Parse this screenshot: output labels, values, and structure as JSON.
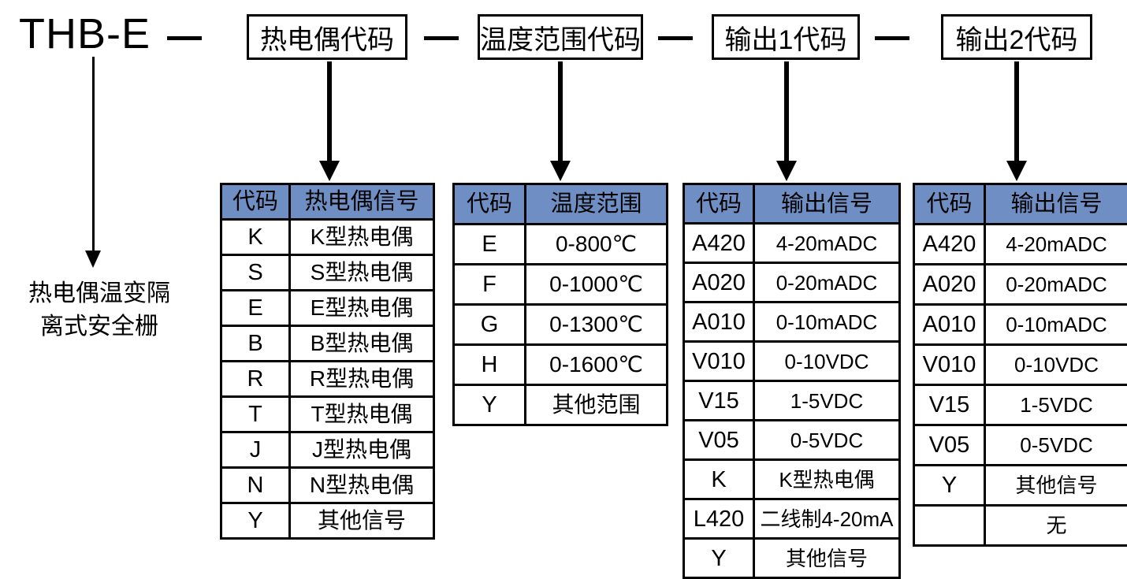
{
  "header": {
    "model_name": "THB-E",
    "separator": "—",
    "boxes": [
      {
        "label": "热电偶代码"
      },
      {
        "label": "温度范围代码"
      },
      {
        "label": "输出1代码"
      },
      {
        "label": "输出2代码"
      }
    ]
  },
  "product_description": {
    "line1": "热电偶温变隔",
    "line2": "离式安全栅"
  },
  "colors": {
    "header_fill": "#6f8fc4",
    "border": "#000000",
    "background": "#ffffff"
  },
  "tables": [
    {
      "name": "thermocouple-code-table",
      "columns": [
        "代码",
        "热电偶信号"
      ],
      "rows": [
        [
          "K",
          "K型热电偶"
        ],
        [
          "S",
          "S型热电偶"
        ],
        [
          "E",
          "E型热电偶"
        ],
        [
          "B",
          "B型热电偶"
        ],
        [
          "R",
          "R型热电偶"
        ],
        [
          "T",
          "T型热电偶"
        ],
        [
          "J",
          "J型热电偶"
        ],
        [
          "N",
          "N型热电偶"
        ],
        [
          "Y",
          "其他信号"
        ]
      ]
    },
    {
      "name": "temperature-range-code-table",
      "columns": [
        "代码",
        "温度范围"
      ],
      "rows": [
        [
          "E",
          "0-800℃"
        ],
        [
          "F",
          "0-1000℃"
        ],
        [
          "G",
          "0-1300℃"
        ],
        [
          "H",
          "0-1600℃"
        ],
        [
          "Y",
          "其他范围"
        ]
      ]
    },
    {
      "name": "output1-code-table",
      "columns": [
        "代码",
        "输出信号"
      ],
      "rows": [
        [
          "A420",
          "4-20mADC"
        ],
        [
          "A020",
          "0-20mADC"
        ],
        [
          "A010",
          "0-10mADC"
        ],
        [
          "V010",
          "0-10VDC"
        ],
        [
          "V15",
          "1-5VDC"
        ],
        [
          "V05",
          "0-5VDC"
        ],
        [
          "K",
          "K型热电偶"
        ],
        [
          "L420",
          "二线制4-20mA"
        ],
        [
          "Y",
          "其他信号"
        ]
      ]
    },
    {
      "name": "output2-code-table",
      "columns": [
        "代码",
        "输出信号"
      ],
      "rows": [
        [
          "A420",
          "4-20mADC"
        ],
        [
          "A020",
          "0-20mADC"
        ],
        [
          "A010",
          "0-10mADC"
        ],
        [
          "V010",
          "0-10VDC"
        ],
        [
          "V15",
          "1-5VDC"
        ],
        [
          "V05",
          "0-5VDC"
        ],
        [
          "Y",
          "其他信号"
        ],
        [
          "",
          "无"
        ]
      ]
    }
  ]
}
